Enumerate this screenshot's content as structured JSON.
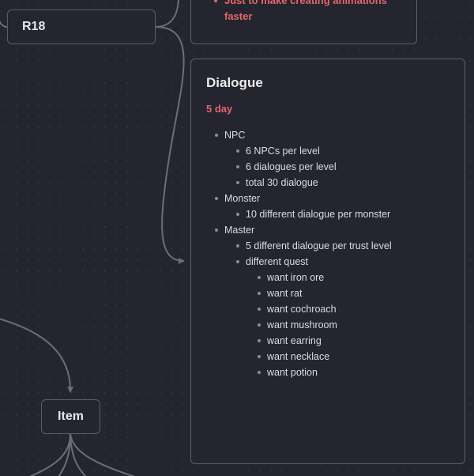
{
  "nodes": {
    "r18": {
      "title": "R18"
    },
    "item": {
      "title": "Item"
    },
    "animation_card": {
      "notes": [
        "Just to make creating animations faster"
      ]
    },
    "dialogue_card": {
      "title": "Dialogue",
      "duration": "5 day",
      "sections": [
        {
          "label": "NPC",
          "items": [
            "6 NPCs per level",
            "6 dialogues per level",
            "total 30 dialogue"
          ]
        },
        {
          "label": "Monster",
          "items": [
            "10 different dialogue per monster"
          ]
        },
        {
          "label": "Master",
          "items": [
            "5 different dialogue per trust level",
            "different quest"
          ],
          "quests": [
            "want iron ore",
            "want rat",
            "want cochroach",
            "want mushroom",
            "want earring",
            "want necklace",
            "want potion"
          ]
        }
      ]
    }
  },
  "colors": {
    "background": "#24252e",
    "node_border": "#5b5e6a",
    "edge": "#6b6e7a",
    "accent_red": "#e4666a",
    "text": "#dcdcdf"
  }
}
